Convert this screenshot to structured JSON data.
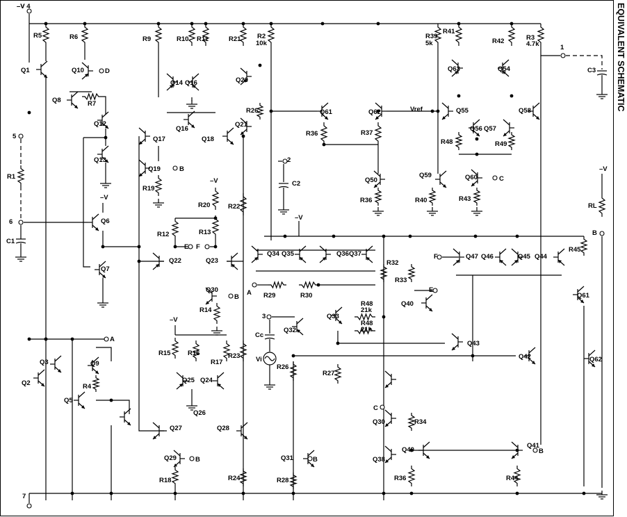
{
  "title": "EQUIVALENT SCHEMATIC",
  "pins": [
    {
      "id": "p-v-4",
      "label": "–V",
      "num": "4"
    },
    {
      "id": "p5",
      "label": "5"
    },
    {
      "id": "p6",
      "label": "6"
    },
    {
      "id": "p7",
      "label": "7"
    },
    {
      "id": "p1",
      "label": "1"
    },
    {
      "id": "p2",
      "label": "2"
    },
    {
      "id": "p3",
      "label": "3"
    }
  ],
  "labels": {
    "R5": "R5",
    "R6": "R6",
    "Q1": "Q1",
    "Q10": "Q10",
    "D": "D",
    "Q8": "Q8",
    "R7": "R7",
    "Q12": "Q12",
    "Q13": "Q13",
    "R1": "R1",
    "C1": "C1",
    "Q6": "Q6",
    "Q7": "Q7",
    "mV1": "–V",
    "A1": "A",
    "Q3": "Q3",
    "Q9": "Q9",
    "Q2": "Q2",
    "R4": "R4",
    "Q5": "Q5",
    "R9": "R9",
    "R10": "R10",
    "R11": "R11",
    "Q14": "Q14",
    "Q16a": "Q16",
    "Q16b": "Q16",
    "Q17": "Q17",
    "Q18": "Q18",
    "Q19": "Q19",
    "B1": "B",
    "R19": "R19",
    "mV2": "–V",
    "R20": "R20",
    "R12": "R12",
    "R13": "R13",
    "E1": "E",
    "F1": "F",
    "Q22": "Q22",
    "Q23": "Q23",
    "Q30a": "Q30",
    "B2": "B",
    "R14": "R14",
    "mV3": "–V",
    "R15": "R15",
    "R16": "R16",
    "R17": "R17",
    "Q25": "Q25",
    "Q24": "Q24",
    "Q26": "Q26",
    "Q27": "Q27",
    "Q28": "Q28",
    "Q29": "Q29",
    "B3": "B",
    "R18": "R18",
    "R21": "R21",
    "R2": "R2",
    "R2v": "10k",
    "Q20": "Q20",
    "R26a": "R26",
    "Q21": "Q21",
    "R22": "R22",
    "R23": "R23",
    "R24": "R24",
    "Q61a": "Q61",
    "R36a": "R36",
    "Q62a": "Q62",
    "Vref": "Vref",
    "R37": "R37",
    "Q50": "Q50",
    "Q59": "Q59",
    "R36b": "R36",
    "R40": "R40",
    "C2": "C2",
    "mV4": "–V",
    "Q34": "Q34",
    "Q35": "Q35",
    "Q36": "Q36",
    "Q37": "Q37",
    "R32": "R32",
    "A2": "A",
    "R29": "R29",
    "R30": "R30",
    "Q33": "Q33",
    "R48a": "R48",
    "R48av": "21k",
    "R48b": "R48",
    "R48bv": "21k",
    "Q32": "Q32",
    "Cc": "Cc",
    "Vi": "Vi",
    "R26b": "R26",
    "R27": "R27",
    "C3n": "C",
    "Q30b": "Q30",
    "Q31": "Q31",
    "B4": "B",
    "R28": "R28",
    "Q38": "Q38",
    "R33": "R33",
    "Q40a": "Q40",
    "E2": "E",
    "F2": "F",
    "Q47": "Q47",
    "Q46": "Q46",
    "Q45": "Q45",
    "Q44": "Q44",
    "Q43": "Q43",
    "Q42": "Q42",
    "R34": "R34",
    "Q40b": "Q40",
    "Q41": "Q41",
    "B5": "B",
    "R36c": "R36",
    "R44": "R44",
    "R39": "R39",
    "R39v": "5k",
    "R41": "R41",
    "R42": "R42",
    "R3": "R3",
    "R3v": "4.7k",
    "Q63": "Q63",
    "Q54": "Q54",
    "Q55": "Q55",
    "Q58": "Q58",
    "Q56": "Q56",
    "Q57": "Q57",
    "R48c": "R48",
    "R49": "R49",
    "Q60": "Q60",
    "C4": "C",
    "R43": "R43",
    "C3": "C3",
    "mV5": "–V",
    "RL": "RL",
    "B6": "B",
    "R45": "R45",
    "Q61b": "Q61",
    "Q62b": "Q62"
  },
  "colors": {
    "ink": "#000000",
    "background": "#ffffff"
  }
}
